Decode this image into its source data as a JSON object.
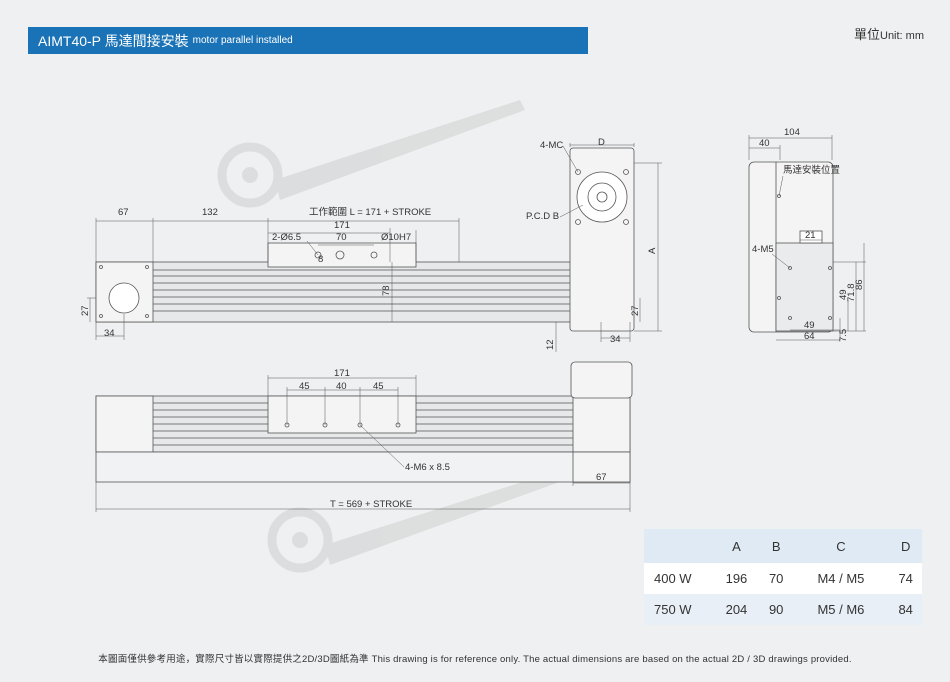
{
  "header": {
    "title_main": "AIMT40-P 馬達間接安裝",
    "title_sub": "motor parallel installed",
    "unit_zh": "單位",
    "unit_en": "Unit: mm"
  },
  "colors": {
    "title_bg": "#1b73b7",
    "table_header_bg": "#dfeaf4",
    "line": "#555555"
  },
  "front_view": {
    "dim_67": "67",
    "dim_132": "132",
    "travel_range": "工作範圍 L = 171 + STROKE",
    "dim_171": "171",
    "holes": "2-Ø6.5",
    "dim_70": "70",
    "pin_hole": "Ø10H7",
    "dim_8": "8",
    "dim_78": "78",
    "dim_27_left": "27",
    "dim_34_left": "34",
    "motor_screws": "4-MC",
    "dim_D": "D",
    "pcd": "P.C.D B",
    "dim_A": "A",
    "dim_27_right": "27",
    "dim_34_right": "34",
    "dim_12": "12"
  },
  "side_view": {
    "dim_104": "104",
    "dim_40": "40",
    "motor_position": "馬達安裝位置",
    "dim_21": "21",
    "screw_m5": "4-M5",
    "dim_49_v": "49",
    "dim_71_8": "71.8",
    "dim_86": "86",
    "dim_49_h": "49",
    "dim_64": "64",
    "dim_7_5": "7.5"
  },
  "top_view": {
    "dim_171": "171",
    "dim_45_a": "45",
    "dim_40": "40",
    "dim_45_b": "45",
    "screw_m6": "4-M6 x 8.5",
    "dim_67": "67",
    "total_length": "T = 569 + STROKE"
  },
  "spec_table": {
    "headers": [
      "",
      "A",
      "B",
      "C",
      "D"
    ],
    "rows": [
      [
        "400 W",
        "196",
        "70",
        "M4 / M5",
        "74"
      ],
      [
        "750 W",
        "204",
        "90",
        "M5 / M6",
        "84"
      ]
    ]
  },
  "footer": {
    "note": "本圖面僅供參考用途，實際尺寸皆以實際提供之2D/3D圖紙為準 This drawing is for reference only. The actual dimensions are based on the actual 2D / 3D drawings provided."
  }
}
